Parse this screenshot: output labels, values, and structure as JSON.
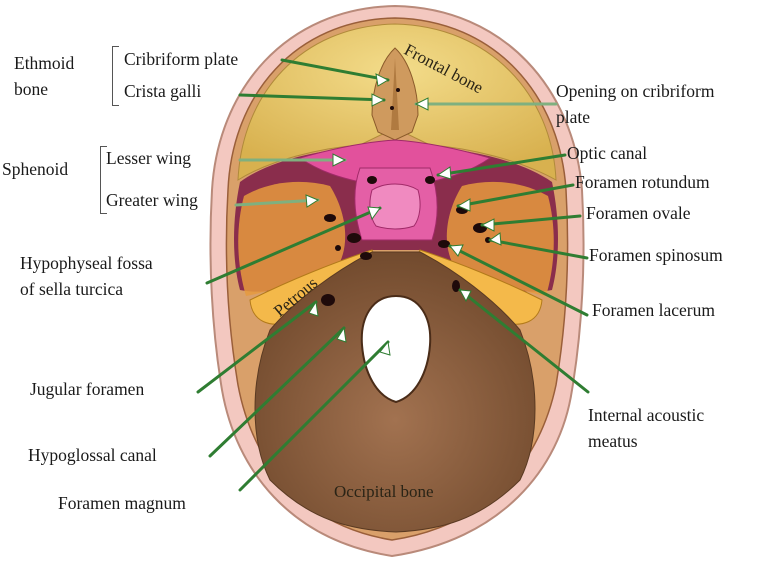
{
  "labels": {
    "ethmoid_bone": "Ethmoid\nbone",
    "cribriform_plate": "Cribriform plate",
    "crista_galli": "Crista galli",
    "sphenoid": "Sphenoid",
    "lesser_wing": "Lesser wing",
    "greater_wing": "Greater wing",
    "hypophyseal_fossa": "Hypophyseal fossa\nof sella turcica",
    "jugular_foramen": "Jugular foramen",
    "hypoglossal_canal": "Hypoglossal canal",
    "foramen_magnum": "Foramen magnum",
    "opening_on_cribriform_plate": "Opening on cribriform\nplate",
    "optic_canal": "Optic canal",
    "foramen_rotundum": "Foramen rotundum",
    "foramen_ovale": "Foramen ovale",
    "foramen_spinosum": "Foramen spinosum",
    "foramen_lacerum": "Foramen lacerum",
    "internal_acoustic_meatus": "Internal acoustic\nmeatus"
  },
  "region_labels": {
    "frontal_bone": "Frontal bone",
    "petrous": "Petrous",
    "occipital_bone": "Occipital bone"
  },
  "colors": {
    "frontal": "#e9c86a",
    "ethmoid": "#d9a86a",
    "sphenoid": "#e04a9a",
    "middle_fossa": "#8b2a4a",
    "petrous": "#f2b54a",
    "occipital": "#8a6040",
    "rim": "#f2c6c0",
    "leader_line": "#3f8a3f"
  }
}
